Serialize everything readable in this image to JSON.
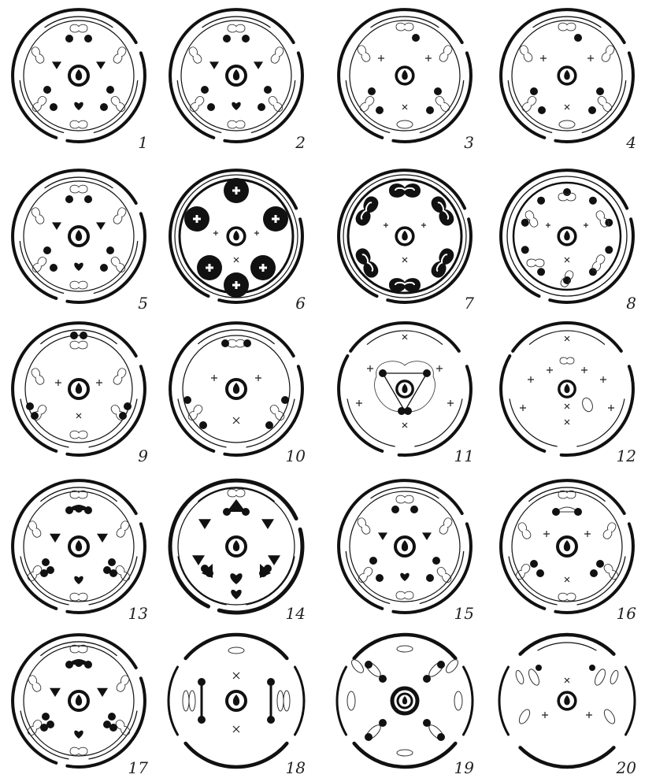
{
  "plate": {
    "diagrams": [
      {
        "label": "1",
        "type": "A"
      },
      {
        "label": "2",
        "type": "A"
      },
      {
        "label": "3",
        "type": "B"
      },
      {
        "label": "4",
        "type": "B"
      },
      {
        "label": "5",
        "type": "A"
      },
      {
        "label": "6",
        "type": "C"
      },
      {
        "label": "7",
        "type": "D"
      },
      {
        "label": "8",
        "type": "E"
      },
      {
        "label": "9",
        "type": "F"
      },
      {
        "label": "10",
        "type": "G"
      },
      {
        "label": "11",
        "type": "H"
      },
      {
        "label": "12",
        "type": "I"
      },
      {
        "label": "13",
        "type": "J"
      },
      {
        "label": "14",
        "type": "K"
      },
      {
        "label": "15",
        "type": "A"
      },
      {
        "label": "16",
        "type": "L"
      },
      {
        "label": "17",
        "type": "J"
      },
      {
        "label": "18",
        "type": "M"
      },
      {
        "label": "19",
        "type": "N"
      },
      {
        "label": "20",
        "type": "O"
      }
    ]
  }
}
